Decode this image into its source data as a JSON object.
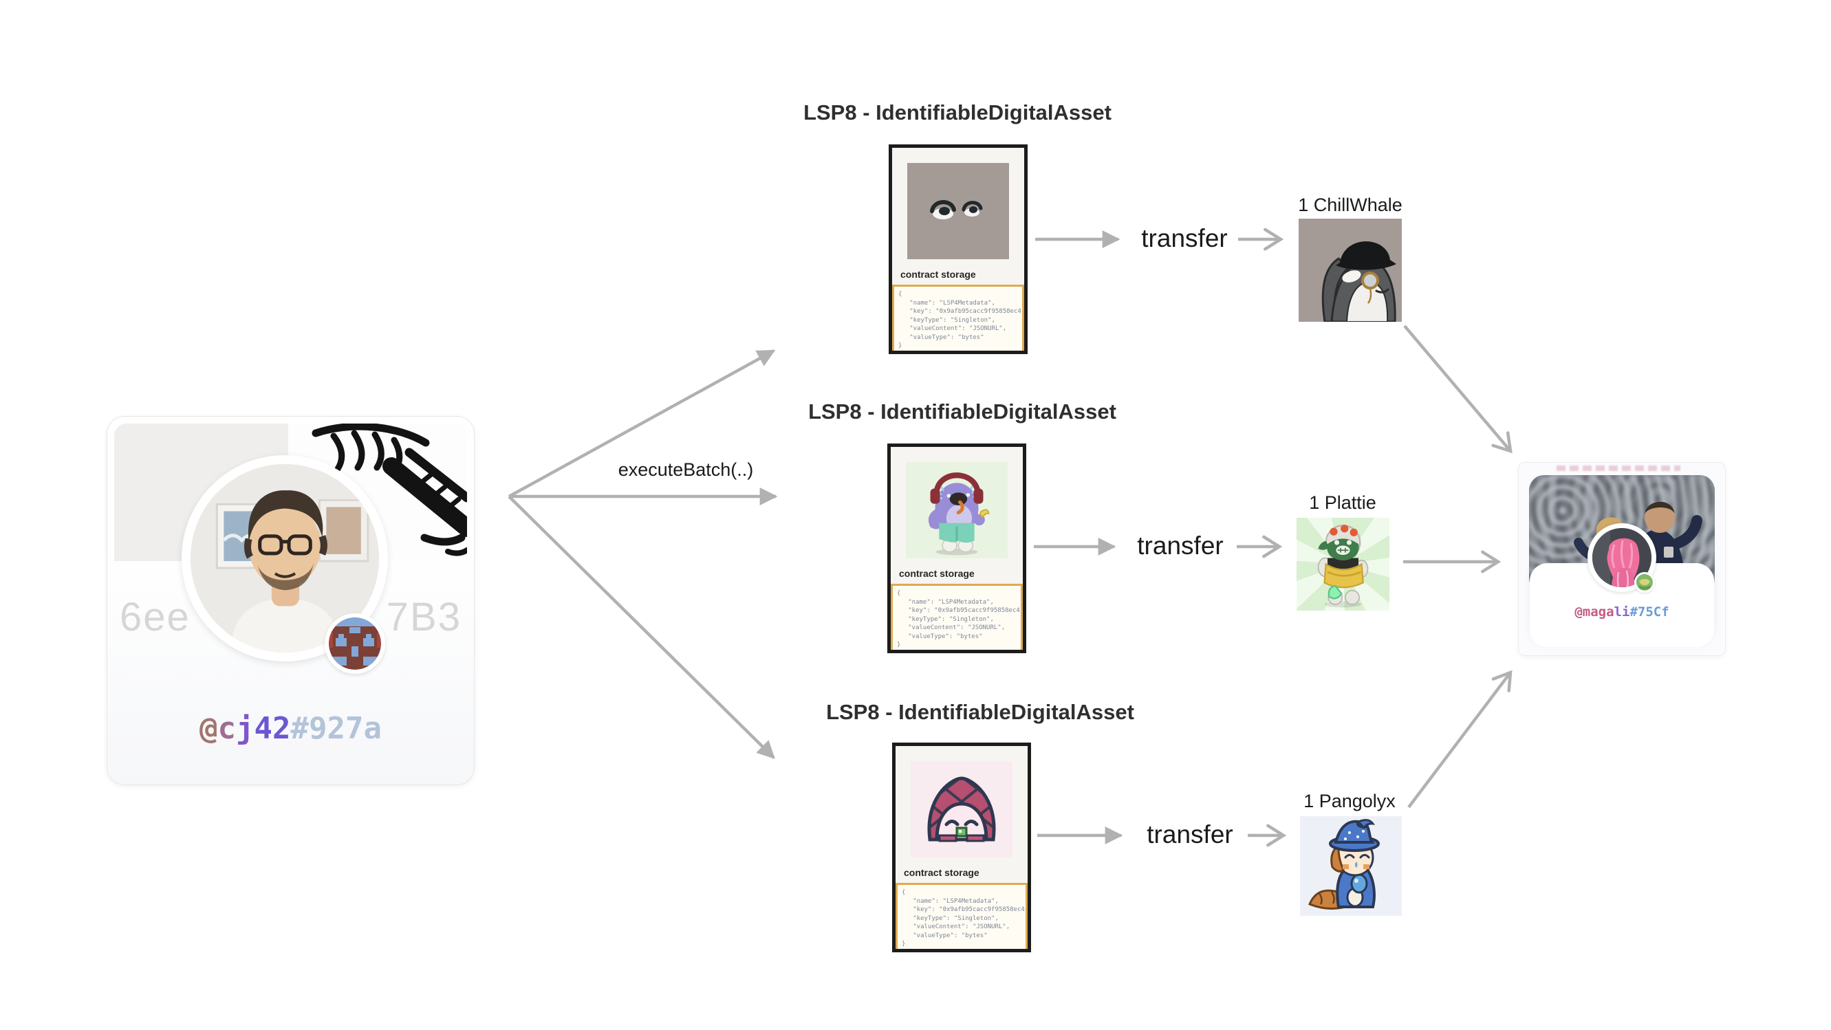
{
  "labels": {
    "execute_batch": "executeBatch(..)",
    "transfer": "transfer"
  },
  "asset_card": {
    "title": "LSP8 - IdentifiableDigitalAsset",
    "storage_label": "contract storage",
    "storage_code": "{\n   \"name\": \"LSP4Metadata\",\n   \"key\": \"0x9afb95cacc9f95858ec4...\",\n   \"keyType\": \"Singleton\",\n   \"valueContent\": \"JSONURL\",\n   \"valueType\": \"bytes\"\n}"
  },
  "sender": {
    "address_fragment_left": "6ee",
    "address_fragment_right": "7B3",
    "username": {
      "at": "@",
      "c": "c",
      "j": "j",
      "num": "42",
      "hash": "#927a"
    }
  },
  "recipient": {
    "username": {
      "part1": "@maga",
      "part2": "li",
      "part3": "#75Cf"
    }
  },
  "nfts": [
    {
      "label": "1 ChillWhale"
    },
    {
      "label": "1 Plattie"
    },
    {
      "label": "1 Pangolyx"
    }
  ],
  "colors": {
    "arrow": "#b1b1b1",
    "contract_card_border": "#1c1c1c",
    "storage_divider": "#e0aa50",
    "sender_username_parts": [
      "#a3756e",
      "#9f6d92",
      "#7e58c9",
      "#6b57d2",
      "#b3c3d9"
    ],
    "recipient_username_parts": [
      "#c25b84",
      "#8a66cc",
      "#699bd9"
    ]
  }
}
